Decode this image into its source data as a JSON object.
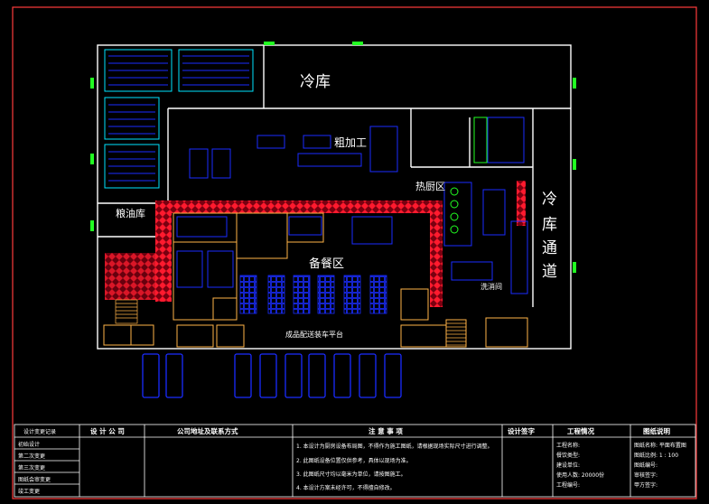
{
  "colors": {
    "background": "#000000",
    "wall": "#ffffff",
    "frame": "#ff3b3b",
    "equipment": "#1a2cff",
    "shelf": "#00e5ff",
    "door": "#ffb347",
    "channel": "#ff1a2e",
    "green": "#22ff22",
    "accent": "#d0d000"
  },
  "rooms": {
    "cold_storage": "冷库",
    "rough_processing": "粗加工",
    "hot_kitchen": "热厨区",
    "cold_corridor_1": "冷",
    "cold_corridor_2": "库",
    "cold_corridor_3": "通",
    "cold_corridor_4": "道",
    "grain_oil": "粮油库",
    "prep_area": "备餐区",
    "dish_wash": "洗消间",
    "delivery_platform": "成品配送装车平台"
  },
  "title_block": {
    "revision_header": "设计变更记录",
    "rev_1": "初始设计",
    "rev_2": "第二次变更",
    "rev_3": "第三次变更",
    "rev_4": "图纸会审变更",
    "rev_5": "竣工变更",
    "design_company": "设 计 公 司",
    "company_contact": "公司地址及联系方式",
    "notes_header": "注 意 事 项",
    "note_1": "1. 本设计为厨房设备布局图，不得作为施工图纸，请根据现场实际尺寸进行调整。",
    "note_2": "2. 此图纸设备位置仅供参考，具体以现场为准。",
    "note_3": "3. 此图纸尺寸均以毫米为单位，请按图施工。",
    "note_4": "4. 本设计方案未经许可，不得擅自修改。",
    "sign_header": "设计签字",
    "project_header": "工程情况",
    "drawing_header": "图纸说明",
    "project_name": "工程名称:",
    "project_type": "餐饮类型:",
    "project_builder": "建设单位:",
    "project_area": "使用人数: 20000份",
    "project_no": "工程编号:",
    "drawing_name": "图纸名称: 平面布置图",
    "drawing_scale": "图纸比例: 1 : 100",
    "drawing_no": "图纸编号:",
    "drawing_sign": "审核签字:",
    "drawing_party": "甲方签字:"
  }
}
